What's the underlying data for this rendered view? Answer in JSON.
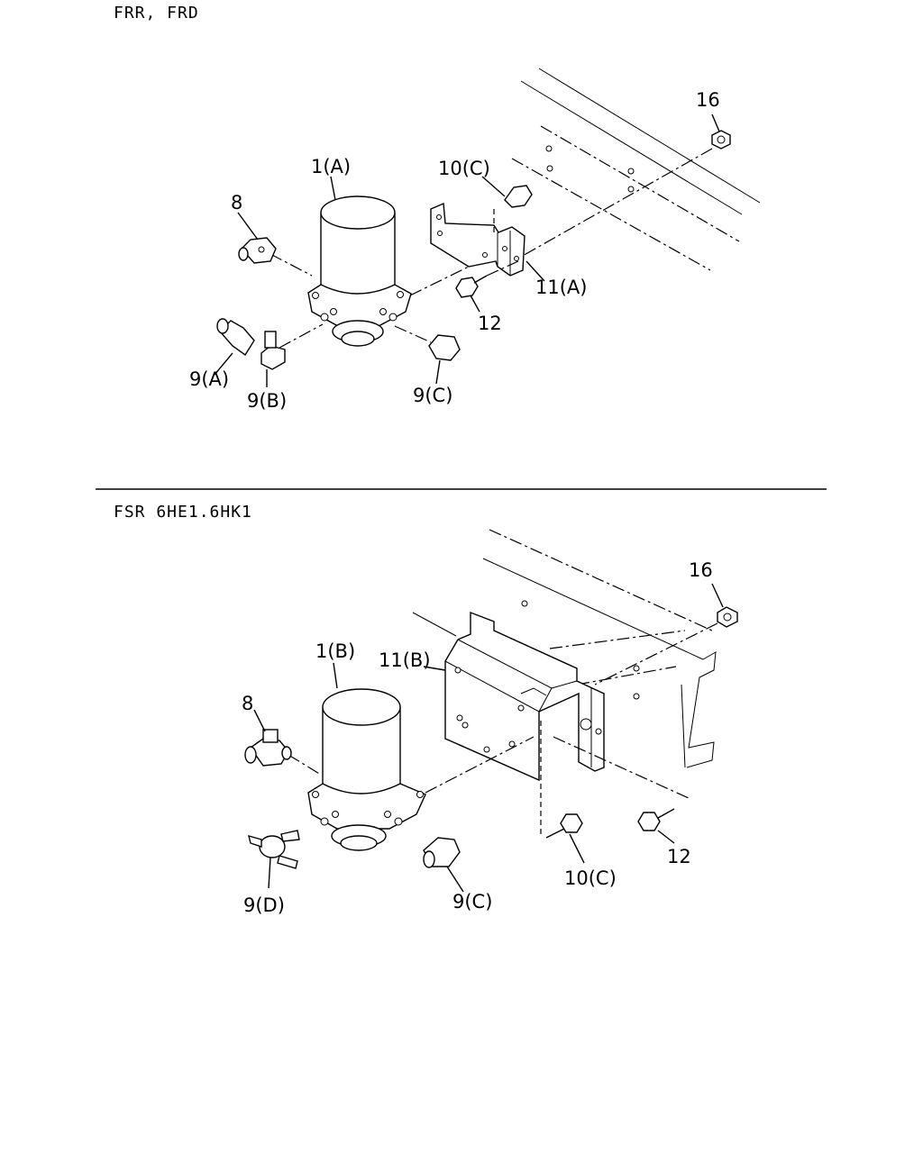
{
  "sections": [
    {
      "title": "FRR, FRD",
      "callouts": [
        "1(A)",
        "8",
        "9(A)",
        "9(B)",
        "9(C)",
        "10(C)",
        "11(A)",
        "12",
        "16"
      ]
    },
    {
      "title": "FSR 6HE1.6HK1",
      "callouts": [
        "1(B)",
        "8",
        "9(D)",
        "9(C)",
        "10(C)",
        "11(B)",
        "12",
        "16"
      ]
    }
  ]
}
